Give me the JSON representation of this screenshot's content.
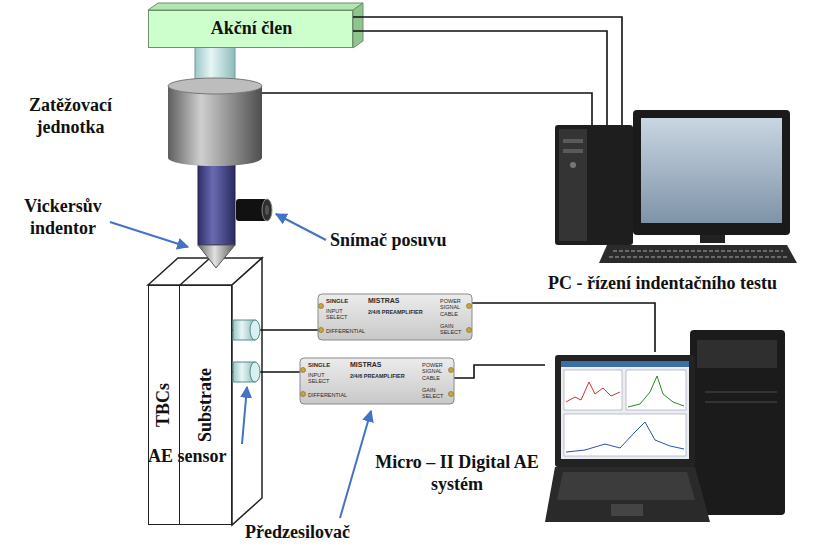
{
  "diagram": {
    "nodes": [
      {
        "text": [
          "Akční člen"
        ]
      },
      {
        "text": [
          "Zatěžovací jednotka"
        ]
      },
      {
        "text": [
          "PC - řízení indentačního testu"
        ]
      },
      {
        "text": [
          "TBCs"
        ]
      },
      {
        "text": [
          "Substrate"
        ]
      },
      {
        "text": [
          "SINGLE",
          "MISTRAS",
          "2/4/6 PREAMPLIFIER",
          "INPUT SELECT",
          "DIFFERENTIAL",
          "POWER SIGNAL CABLE",
          "GAIN SELECT"
        ]
      },
      {
        "text": [
          "SINGLE",
          "MISTRAS",
          "2/4/6 PREAMPLIFIER",
          "INPUT SELECT",
          "DIFFERENTIAL",
          "POWER SIGNAL CABLE",
          "GAIN SELECT"
        ]
      },
      {
        "text": [
          "Micro – II Digital AE systém"
        ]
      }
    ],
    "edges": [
      {
        "from": 0,
        "to": 2,
        "arrow": "none"
      },
      {
        "from": 0,
        "to": 2,
        "arrow": "none"
      },
      {
        "from": 1,
        "to": 2,
        "arrow": "none"
      },
      {
        "from": 4,
        "to": 5,
        "arrow": "none"
      },
      {
        "from": 4,
        "to": 6,
        "arrow": "none"
      },
      {
        "from": 5,
        "to": 7,
        "arrow": "none"
      },
      {
        "from": 6,
        "to": 7,
        "arrow": "none"
      }
    ],
    "labels": [
      "Vickersův indentor",
      "Snímač posuvu",
      "AE sensor",
      "Předzesilovač"
    ]
  }
}
